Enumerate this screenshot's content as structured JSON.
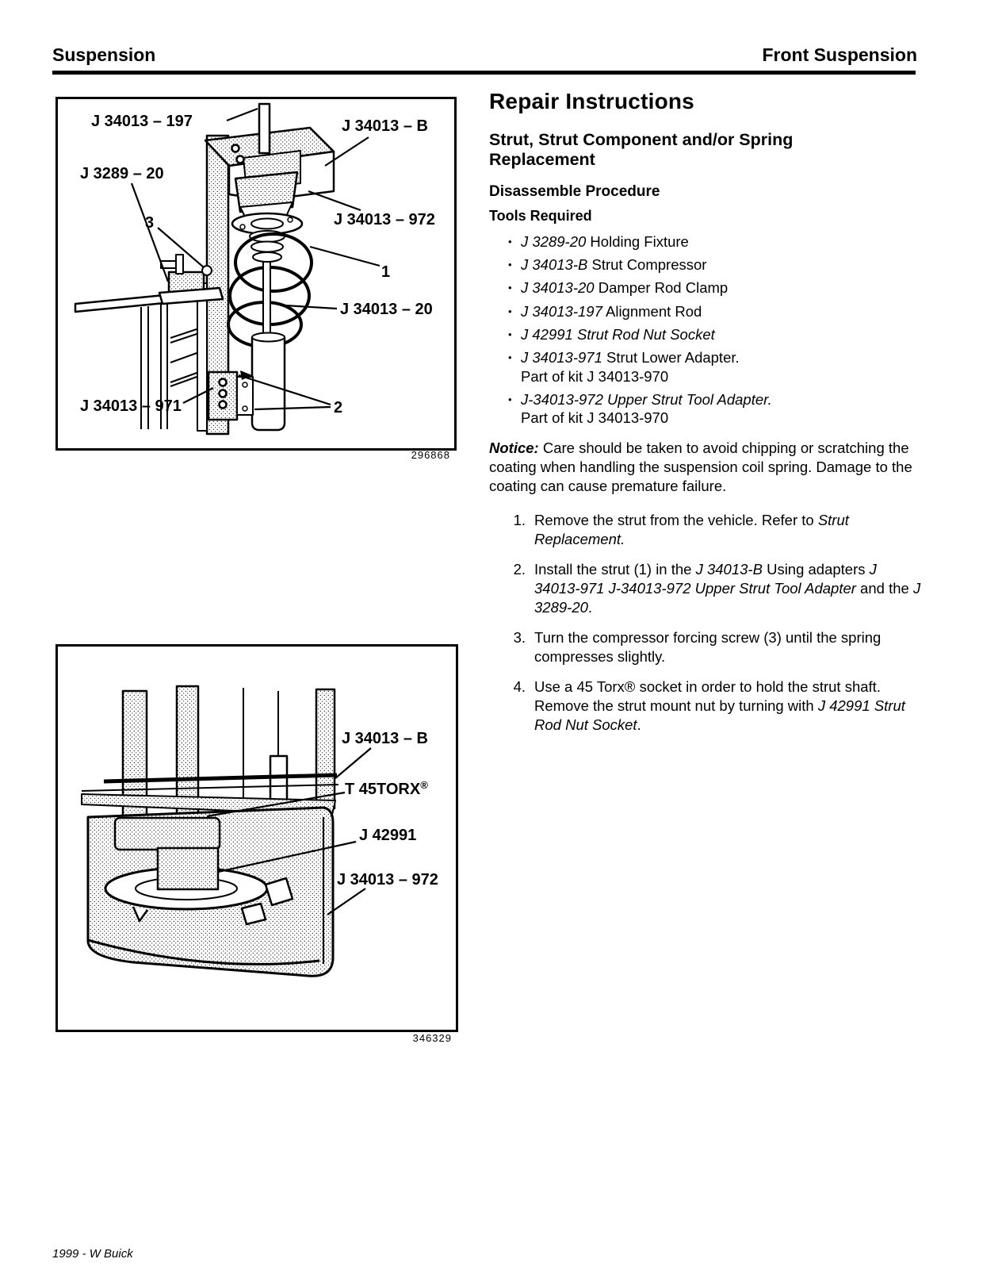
{
  "header": {
    "left_title": "Suspension",
    "right_title": "Front Suspension"
  },
  "footer": {
    "text": "1999 - W Buick"
  },
  "figure1": {
    "number": "296868",
    "labels": {
      "alignment_rod": "J 34013 – 197",
      "compressor": "J 34013 – B",
      "holding_fixture": "J 3289 – 20",
      "callout_3": "3",
      "upper_adapter": "J 34013 – 972",
      "callout_1": "1",
      "damper_clamp": "J 34013 – 20",
      "lower_adapter": "J 34013 – 971",
      "callout_2": "2"
    }
  },
  "figure2": {
    "number": "346329",
    "labels": {
      "compressor": "J 34013 – B",
      "torx": "T 45TORX",
      "torx_mark": "®",
      "socket": "J 42991",
      "upper_adapter": "J 34013 – 972"
    }
  },
  "main": {
    "title": "Repair Instructions",
    "subtitle": "Strut, Strut Component and/or Spring Replacement",
    "procedure_heading": "Disassemble Procedure",
    "tools_heading": "Tools Required",
    "tools": [
      {
        "segments": [
          {
            "text": "J 3289-20",
            "italic": true
          },
          {
            "text": " Holding Fixture",
            "italic": false
          }
        ]
      },
      {
        "segments": [
          {
            "text": "J 34013-B",
            "italic": true
          },
          {
            "text": " Strut Compressor",
            "italic": false
          }
        ]
      },
      {
        "segments": [
          {
            "text": "J 34013-20",
            "italic": true
          },
          {
            "text": " Damper Rod Clamp",
            "italic": false
          }
        ]
      },
      {
        "segments": [
          {
            "text": "J 34013-197",
            "italic": true
          },
          {
            "text": " Alignment Rod",
            "italic": false
          }
        ]
      },
      {
        "segments": [
          {
            "text": "J 42991 Strut Rod Nut Socket",
            "italic": true
          }
        ]
      },
      {
        "segments": [
          {
            "text": "J 34013-971",
            "italic": true
          },
          {
            "text": " Strut Lower Adapter.",
            "italic": false
          }
        ],
        "note": "Part of kit J 34013-970"
      },
      {
        "segments": [
          {
            "text": "J-34013-972 Upper Strut Tool Adapter.",
            "italic": true
          }
        ],
        "note": "Part of kit J 34013-970"
      }
    ],
    "notice": {
      "label": "Notice:",
      "text": " Care should be taken to avoid chipping or scratching the coating when handling the suspension coil spring. Damage to the coating can cause premature failure."
    },
    "steps": [
      {
        "num": "1.",
        "segments": [
          {
            "text": "Remove the strut from the vehicle. Refer to ",
            "italic": false
          },
          {
            "text": "Strut Replacement.",
            "italic": true
          }
        ]
      },
      {
        "num": "2.",
        "segments": [
          {
            "text": "Install the strut (1) in the ",
            "italic": false
          },
          {
            "text": "J 34013-B",
            "italic": true
          },
          {
            "text": " Using adapters ",
            "italic": false
          },
          {
            "text": "J 34013-971 J-34013-972 Upper Strut Tool Adapter",
            "italic": true
          },
          {
            "text": " and the ",
            "italic": false
          },
          {
            "text": "J 3289-20",
            "italic": true
          },
          {
            "text": ".",
            "italic": false
          }
        ]
      },
      {
        "num": "3.",
        "segments": [
          {
            "text": "Turn the compressor forcing screw (3) until the spring compresses slightly.",
            "italic": false
          }
        ]
      },
      {
        "num": "4.",
        "segments": [
          {
            "text": "Use a 45 Torx® socket in order to hold the strut shaft. Remove the strut mount nut by turning with ",
            "italic": false
          },
          {
            "text": "J 42991 Strut Rod Nut Socket",
            "italic": true
          },
          {
            "text": ".",
            "italic": false
          }
        ]
      }
    ]
  }
}
